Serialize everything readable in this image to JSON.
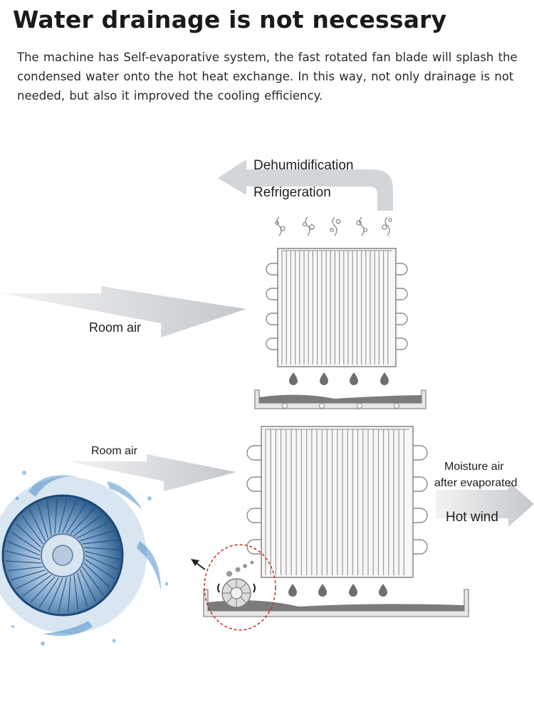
{
  "header": {
    "title": "Water drainage is not necessary",
    "description": "The machine has Self-evaporative  system,  the fast rotated fan blade will splash the condensed water onto the hot heat exchange.  In this way,  not only drainage is not needed,  but also it improved the cooling efficiency."
  },
  "diagram": {
    "top_arrow_label_1": "Dehumidification",
    "top_arrow_label_2": "Refrigeration",
    "room_air_upper": "Room air",
    "room_air_lower": "Room air",
    "moisture_label_1": "Moisture air",
    "moisture_label_2": "after evaporated",
    "hot_wind_label": "Hot wind",
    "icons": [
      "condenser-coil-icon",
      "water-drop-icon",
      "drip-tray-icon",
      "fan-wheel-icon",
      "splash-fan-icon"
    ],
    "colors": {
      "arrow": "#c9ccd0",
      "coil": "#8c8c8c",
      "water": "#707070",
      "highlight_circle": "#c0392b",
      "fan_blue": "#2f6fae"
    }
  }
}
